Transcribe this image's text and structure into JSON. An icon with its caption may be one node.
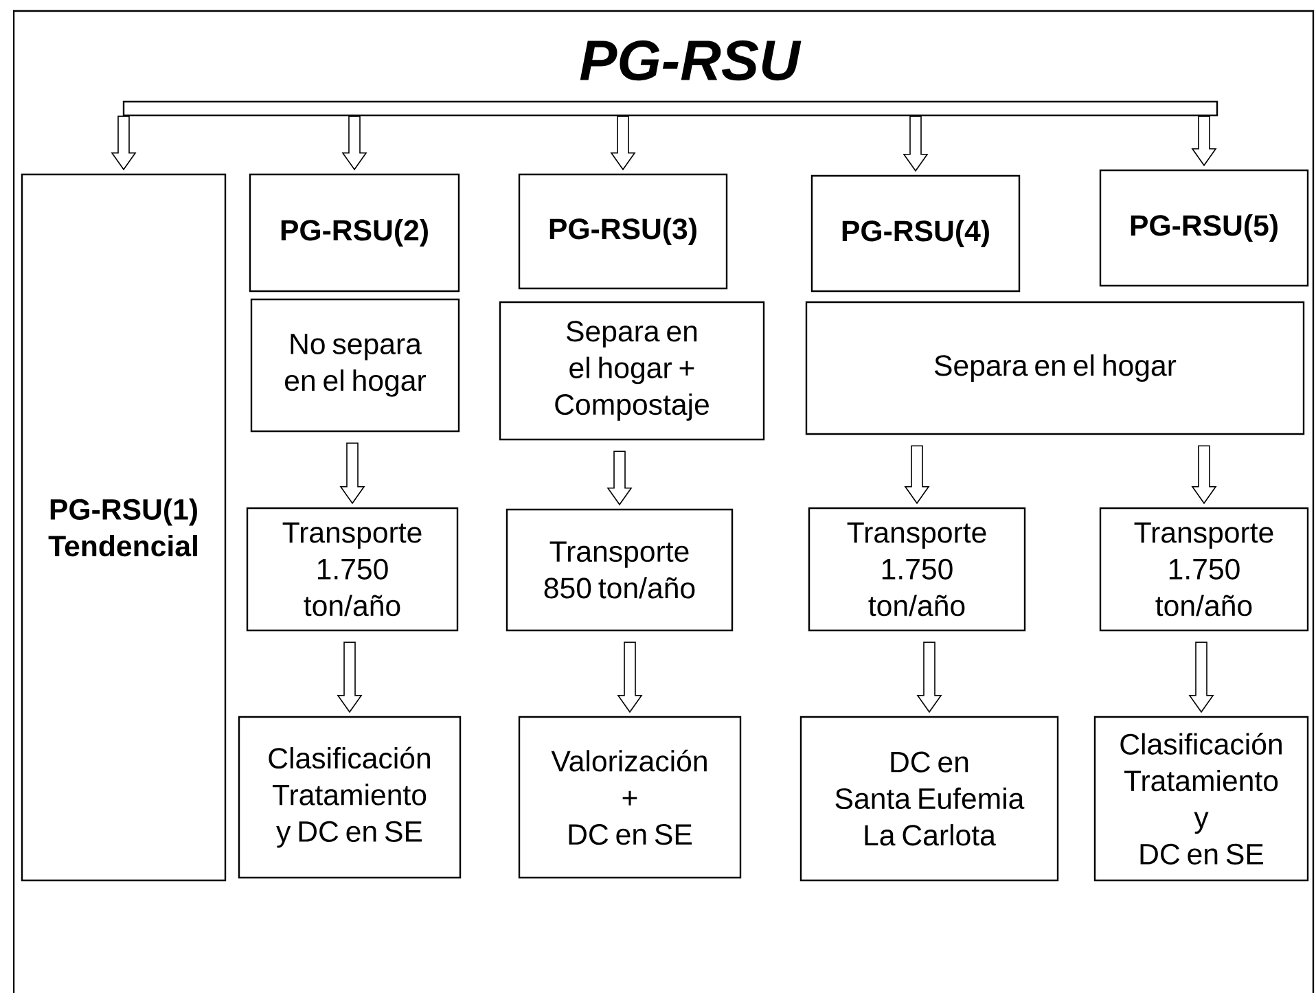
{
  "diagram": {
    "title": "PG-RSU",
    "nodes": [
      {
        "text": [],
        "shape": "bar"
      },
      {
        "text": [
          "PG-RSU(1) Tendencial"
        ]
      },
      {
        "text": [
          "PG-RSU(2)"
        ]
      },
      {
        "text": [
          "PG-RSU(3)"
        ]
      },
      {
        "text": [
          "PG-RSU(4)"
        ]
      },
      {
        "text": [
          "PG-RSU(5)"
        ]
      },
      {
        "text": [
          "No separa en el hogar"
        ]
      },
      {
        "text": [
          "Separa en el hogar + Compostaje"
        ]
      },
      {
        "text": [
          "Separa en el hogar"
        ]
      },
      {
        "text": [
          "Transporte 1.750 ton/año"
        ]
      },
      {
        "text": [
          "Transporte 850 ton/año"
        ]
      },
      {
        "text": [
          "Transporte 1.750 ton/año"
        ]
      },
      {
        "text": [
          "Transporte 1.750 ton/año"
        ]
      },
      {
        "text": [
          "Clasificación Tratamiento y DC en SE"
        ]
      },
      {
        "text": [
          "Valorización + DC en SE"
        ]
      },
      {
        "text": [
          "DC en Santa Eufemia La Carlota"
        ]
      },
      {
        "text": [
          "Clasificación Tratamiento y DC en SE"
        ]
      }
    ],
    "edges": [
      {
        "from": 0,
        "to": 1,
        "arrow": "to"
      },
      {
        "from": 0,
        "to": 2,
        "arrow": "to"
      },
      {
        "from": 0,
        "to": 3,
        "arrow": "to"
      },
      {
        "from": 0,
        "to": 4,
        "arrow": "to"
      },
      {
        "from": 0,
        "to": 5,
        "arrow": "to"
      },
      {
        "from": 6,
        "to": 9,
        "arrow": "to"
      },
      {
        "from": 7,
        "to": 10,
        "arrow": "to"
      },
      {
        "from": 8,
        "to": 11,
        "arrow": "to"
      },
      {
        "from": 8,
        "to": 12,
        "arrow": "to"
      },
      {
        "from": 9,
        "to": 13,
        "arrow": "to"
      },
      {
        "from": 10,
        "to": 14,
        "arrow": "to"
      },
      {
        "from": 11,
        "to": 15,
        "arrow": "to"
      },
      {
        "from": 12,
        "to": 16,
        "arrow": "to"
      }
    ]
  }
}
